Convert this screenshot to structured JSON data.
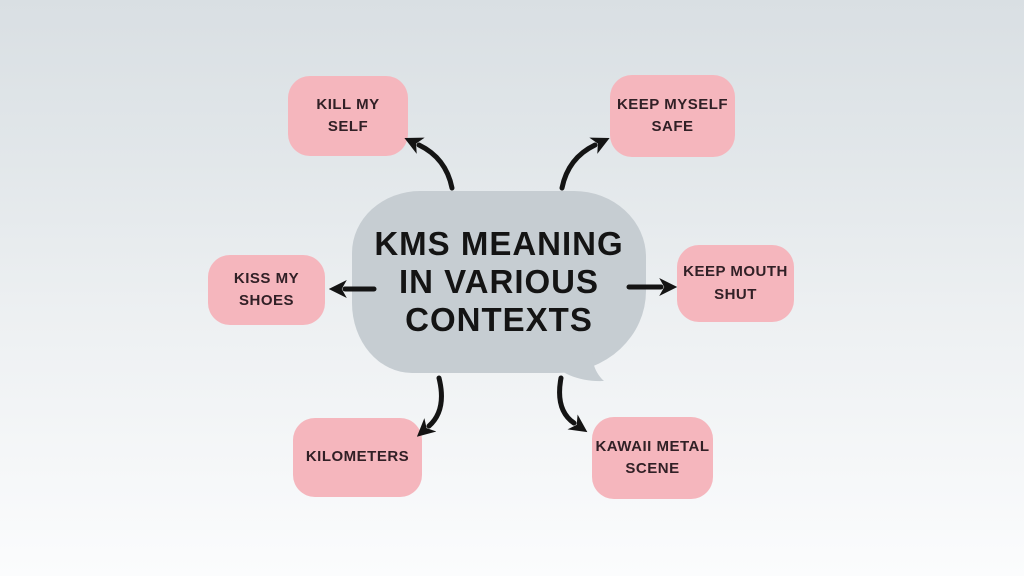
{
  "center": {
    "lines": [
      "KMS MEANING",
      "IN VARIOUS",
      "CONTEXTS"
    ]
  },
  "nodes": [
    {
      "id": "kill-my-self",
      "label": "KILL MY\nSELF"
    },
    {
      "id": "keep-myself-safe",
      "label": "KEEP MYSELF\nSAFE"
    },
    {
      "id": "kiss-my-shoes",
      "label": "KISS MY\nSHOES"
    },
    {
      "id": "keep-mouth-shut",
      "label": "KEEP MOUTH\nSHUT"
    },
    {
      "id": "kilometers",
      "label": "KILOMETERS"
    },
    {
      "id": "kawaii-metal-scene",
      "label": "KAWAII METAL\nSCENE"
    }
  ],
  "colors": {
    "background_top": "#d9dfe3",
    "background_bottom": "#fbfcfd",
    "node_fill": "#f5b6bd",
    "node_text": "#312026",
    "bubble_fill": "#c6cdd2",
    "bubble_text": "#141414",
    "arrow": "#141414"
  }
}
